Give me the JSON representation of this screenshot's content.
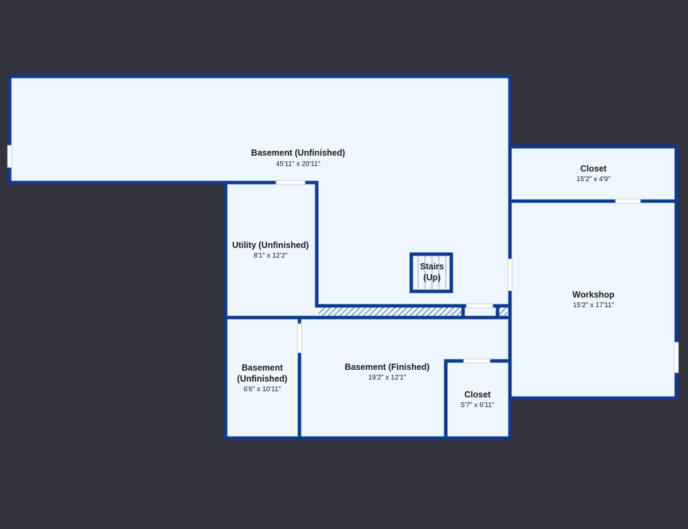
{
  "colors": {
    "background": "#32323c",
    "floor": "#eef7fd",
    "wall": "#0d3b8f",
    "opening": "#ffffff",
    "text": "#1b1b1b"
  },
  "rooms": [
    {
      "id": "basement-unfinished-main",
      "name": "Basement (Unfinished)",
      "dims": "45'11\" x 20'11\""
    },
    {
      "id": "utility",
      "name": "Utility (Unfinished)",
      "dims": "8'1\" x 12'2\""
    },
    {
      "id": "stairs",
      "name_line1": "Stairs",
      "name_line2": "(Up)"
    },
    {
      "id": "closet-top",
      "name": "Closet",
      "dims": "15'2\" x 4'9\""
    },
    {
      "id": "workshop",
      "name": "Workshop",
      "dims": "15'2\" x 17'11\""
    },
    {
      "id": "basement-unfinished-small",
      "name_line1": "Basement",
      "name_line2": "(Unfinished)",
      "dims": "6'6\" x 10'11\""
    },
    {
      "id": "basement-finished",
      "name": "Basement (Finished)",
      "dims": "19'2\" x 12'1\""
    },
    {
      "id": "closet-small",
      "name": "Closet",
      "dims": "5'7\" x 6'11\""
    }
  ]
}
